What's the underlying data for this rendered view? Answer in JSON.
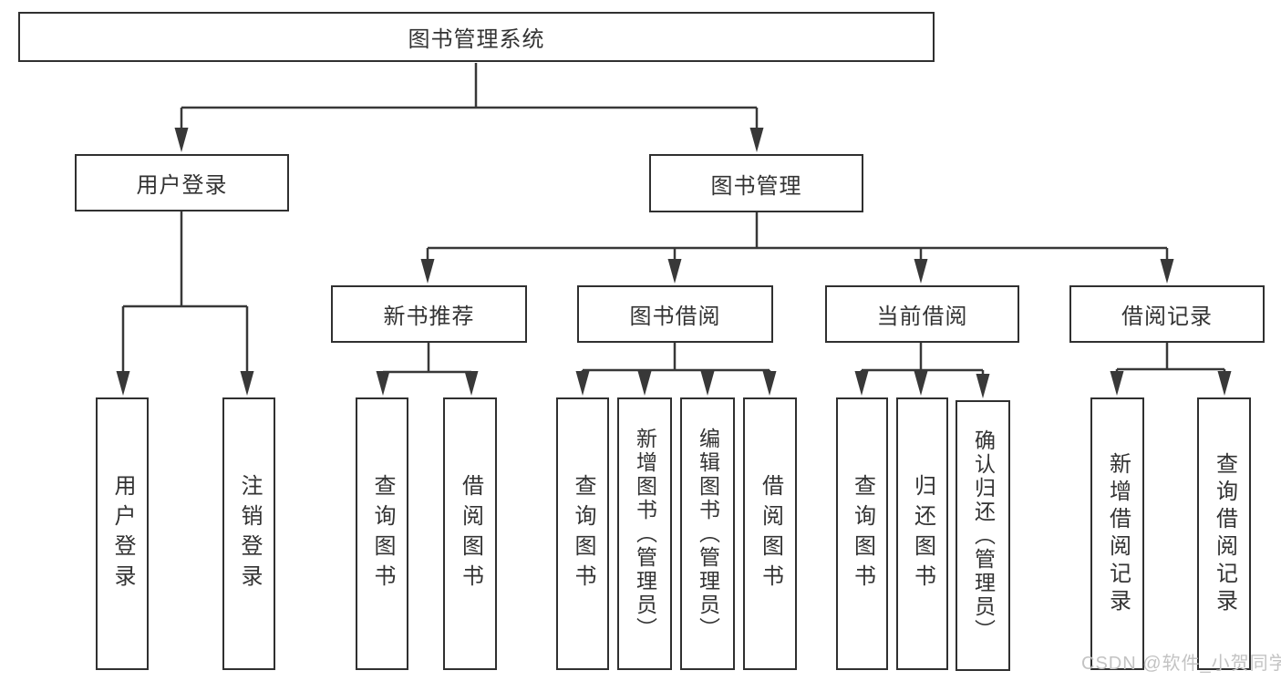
{
  "diagram": {
    "title": "图书管理系统",
    "nodes": {
      "root": "图书管理系统",
      "user_login": "用户登录",
      "book_mgmt": "图书管理",
      "new_book_rec": "新书推荐",
      "book_borrow": "图书借阅",
      "current_borrow": "当前借阅",
      "borrow_record": "借阅记录",
      "ul_user_login": "用户登录",
      "ul_logout": "注销登录",
      "nb_query": "查询图书",
      "nb_borrow": "借阅图书",
      "bb_query": "查询图书",
      "bb_add": "新增图书（管理员）",
      "bb_edit": "编辑图书（管理员）",
      "bb_borrow": "借阅图书",
      "cb_query": "查询图书",
      "cb_return": "归还图书",
      "cb_confirm": "确认归还（管理员）",
      "br_add": "新增借阅记录",
      "br_query": "查询借阅记录"
    },
    "colors": {
      "line": "#383838",
      "box_border": "#303030",
      "text": "#333333",
      "background": "#ffffff",
      "watermark": "#c3c3c3"
    }
  },
  "watermark": {
    "text": "CSDN @软件_小贺同学"
  }
}
